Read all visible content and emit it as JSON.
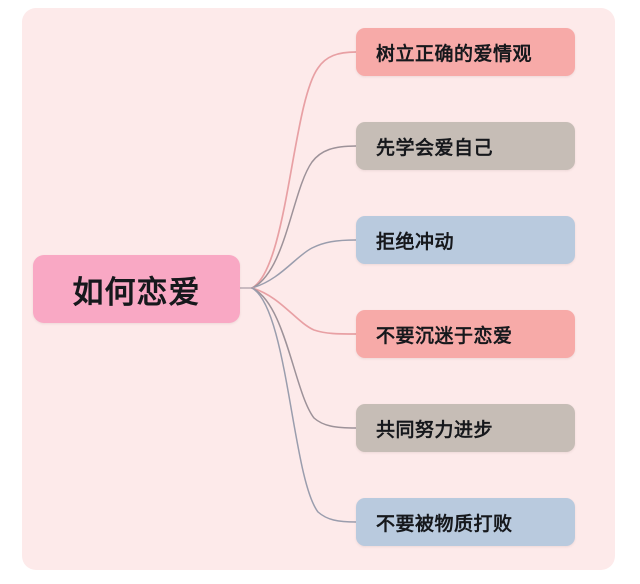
{
  "diagram": {
    "type": "mind-map",
    "title": "如何恋爱",
    "canvas_color": "#fdeaea",
    "page_background": "#ffffff",
    "root": {
      "label": "如何恋爱",
      "color": "#f9a8c4",
      "text_color": "#16181c"
    },
    "branches": [
      {
        "label": "树立正确的爱情观",
        "color": "#f7aaa8",
        "line_color": "#e8a0a4"
      },
      {
        "label": "先学会爱自己",
        "color": "#c6bdb6",
        "line_color": "#9d9299"
      },
      {
        "label": "拒绝冲动",
        "color": "#b9cade",
        "line_color": "#9a9dad"
      },
      {
        "label": "不要沉迷于恋爱",
        "color": "#f7aaa8",
        "line_color": "#e8a0a4"
      },
      {
        "label": "共同努力进步",
        "color": "#c6bdb6",
        "line_color": "#9d9299"
      },
      {
        "label": "不要被物质打败",
        "color": "#b9cade",
        "line_color": "#9a9dad"
      }
    ]
  }
}
